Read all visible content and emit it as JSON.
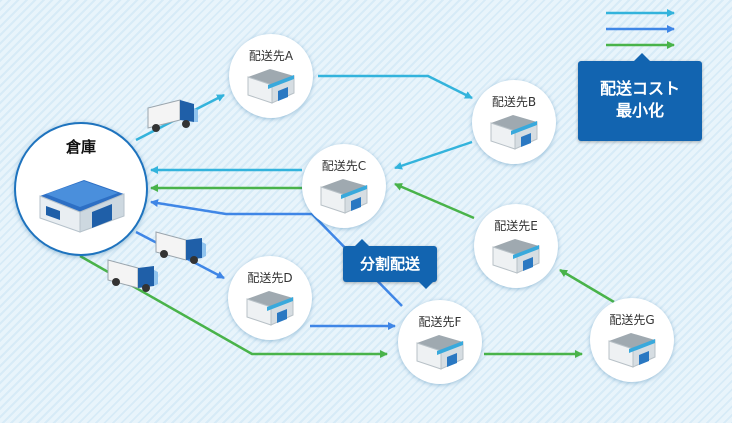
{
  "colors": {
    "cyan": "#33b3dc",
    "blue": "#3f86e6",
    "green": "#49b34a",
    "dark_blue": "#1264b0"
  },
  "warehouse": {
    "label": "倉庫",
    "icon": "warehouse-building-icon"
  },
  "destinations": [
    {
      "id": "A",
      "label": "配送先A"
    },
    {
      "id": "B",
      "label": "配送先B"
    },
    {
      "id": "C",
      "label": "配送先C"
    },
    {
      "id": "D",
      "label": "配送先D"
    },
    {
      "id": "E",
      "label": "配送先E"
    },
    {
      "id": "F",
      "label": "配送先F"
    },
    {
      "id": "G",
      "label": "配送先G"
    }
  ],
  "callouts": {
    "cost_line1": "配送コスト",
    "cost_line2": "最小化",
    "split": "分割配送"
  },
  "icons": {
    "destination": "store-building-icon",
    "truck": "delivery-truck-icon"
  }
}
